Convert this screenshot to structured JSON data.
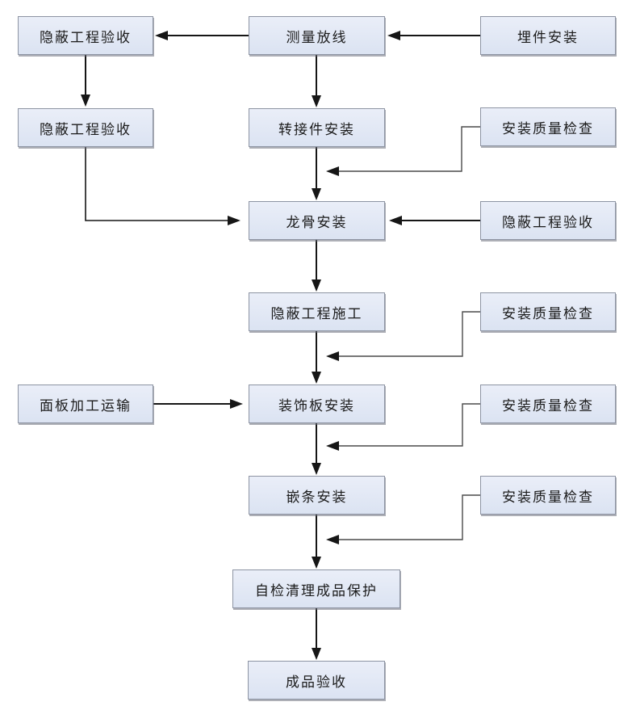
{
  "diagram": {
    "type": "flowchart",
    "background": "#ffffff",
    "colors": {
      "box_fill_top": "#eaeef8",
      "box_fill_bottom": "#dbe3f2",
      "box_border": "#8d94a3",
      "arrow": "#161616",
      "elbow_line": "#4a4a4a",
      "text": "#1b1b1b"
    },
    "nodes": [
      {
        "id": "hidden-works-acceptance-1",
        "label": "隐蔽工程验收"
      },
      {
        "id": "measurement-setting-out",
        "label": "测量放线"
      },
      {
        "id": "embedded-parts-installation",
        "label": "埋件安装"
      },
      {
        "id": "hidden-works-acceptance-2",
        "label": "隐蔽工程验收"
      },
      {
        "id": "adapter-installation",
        "label": "转接件安装"
      },
      {
        "id": "installation-quality-check-1",
        "label": "安装质量检查"
      },
      {
        "id": "keel-installation",
        "label": "龙骨安装"
      },
      {
        "id": "hidden-works-acceptance-3",
        "label": "隐蔽工程验收"
      },
      {
        "id": "hidden-works-construction",
        "label": "隐蔽工程施工"
      },
      {
        "id": "installation-quality-check-2",
        "label": "安装质量检查"
      },
      {
        "id": "panel-processing-transport",
        "label": "面板加工运输"
      },
      {
        "id": "decorative-panel-installation",
        "label": "装饰板安装"
      },
      {
        "id": "installation-quality-check-3",
        "label": "安装质量检查"
      },
      {
        "id": "inlay-strip-installation",
        "label": "嵌条安装"
      },
      {
        "id": "installation-quality-check-4",
        "label": "安装质量检查"
      },
      {
        "id": "self-check-cleanup-product-protection",
        "label": "自检清理成品保护"
      },
      {
        "id": "finished-product-acceptance",
        "label": "成品验收"
      }
    ],
    "edges": [
      {
        "from": "embedded-parts-installation",
        "to": "measurement-setting-out"
      },
      {
        "from": "measurement-setting-out",
        "to": "hidden-works-acceptance-1"
      },
      {
        "from": "hidden-works-acceptance-1",
        "to": "hidden-works-acceptance-2"
      },
      {
        "from": "measurement-setting-out",
        "to": "adapter-installation"
      },
      {
        "from": "adapter-installation",
        "to": "keel-installation"
      },
      {
        "from": "installation-quality-check-1",
        "to": "keel-installation"
      },
      {
        "from": "hidden-works-acceptance-2",
        "to": "keel-installation"
      },
      {
        "from": "hidden-works-acceptance-3",
        "to": "keel-installation"
      },
      {
        "from": "keel-installation",
        "to": "hidden-works-construction"
      },
      {
        "from": "hidden-works-construction",
        "to": "decorative-panel-installation"
      },
      {
        "from": "installation-quality-check-2",
        "to": "decorative-panel-installation"
      },
      {
        "from": "panel-processing-transport",
        "to": "decorative-panel-installation"
      },
      {
        "from": "decorative-panel-installation",
        "to": "inlay-strip-installation"
      },
      {
        "from": "installation-quality-check-3",
        "to": "inlay-strip-installation"
      },
      {
        "from": "inlay-strip-installation",
        "to": "self-check-cleanup-product-protection"
      },
      {
        "from": "installation-quality-check-4",
        "to": "self-check-cleanup-product-protection"
      },
      {
        "from": "self-check-cleanup-product-protection",
        "to": "finished-product-acceptance"
      }
    ]
  }
}
